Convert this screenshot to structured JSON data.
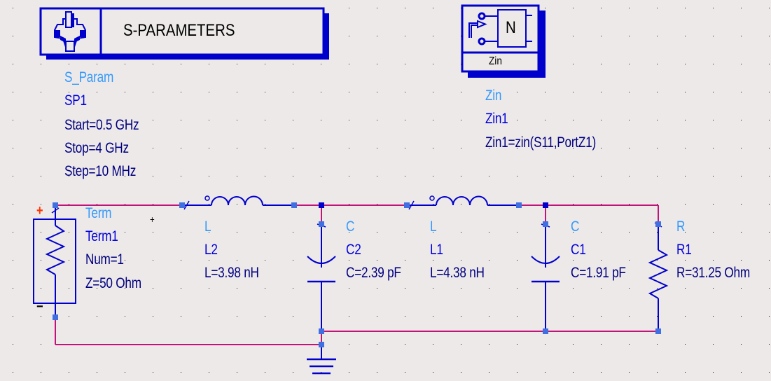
{
  "colors": {
    "background": "#ede9e8",
    "component": "#0000cc",
    "wire": "#c0147a",
    "pin": "#3f6fe0",
    "type_label": "#3399ff",
    "instance_label": "#0000dd",
    "param_label": "#000080",
    "polarity_plus": "#ff3300",
    "grid_dot": "#000000"
  },
  "sparam_block": {
    "icon": "gear-icon",
    "title": "S-PARAMETERS",
    "type": "S_Param",
    "instance": "SP1",
    "params": [
      "Start=0.5 GHz",
      "Stop=4 GHz",
      "Step=10 MHz"
    ]
  },
  "zin_block": {
    "icon": "network-port-icon",
    "box_letter": "N",
    "caption": "Zin",
    "type": "Zin",
    "instance": "Zin1",
    "params": [
      "Zin1=zin(S11,PortZ1)"
    ]
  },
  "term": {
    "type": "Term",
    "instance": "Term1",
    "params": [
      "Num=1",
      "Z=50 Ohm"
    ],
    "plus": "+",
    "minus": "−"
  },
  "inductor_l2": {
    "type": "L",
    "instance": "L2",
    "params": [
      "L=3.98 nH"
    ]
  },
  "capacitor_c2": {
    "type": "C",
    "instance": "C2",
    "params": [
      "C=2.39 pF"
    ]
  },
  "inductor_l1": {
    "type": "L",
    "instance": "L1",
    "params": [
      "L=4.38 nH"
    ]
  },
  "capacitor_c1": {
    "type": "C",
    "instance": "C1",
    "params": [
      "C=1.91 pF"
    ]
  },
  "resistor_r1": {
    "type": "R",
    "instance": "R1",
    "params": [
      "R=31.25 Ohm"
    ]
  },
  "cursor_mark": "+"
}
